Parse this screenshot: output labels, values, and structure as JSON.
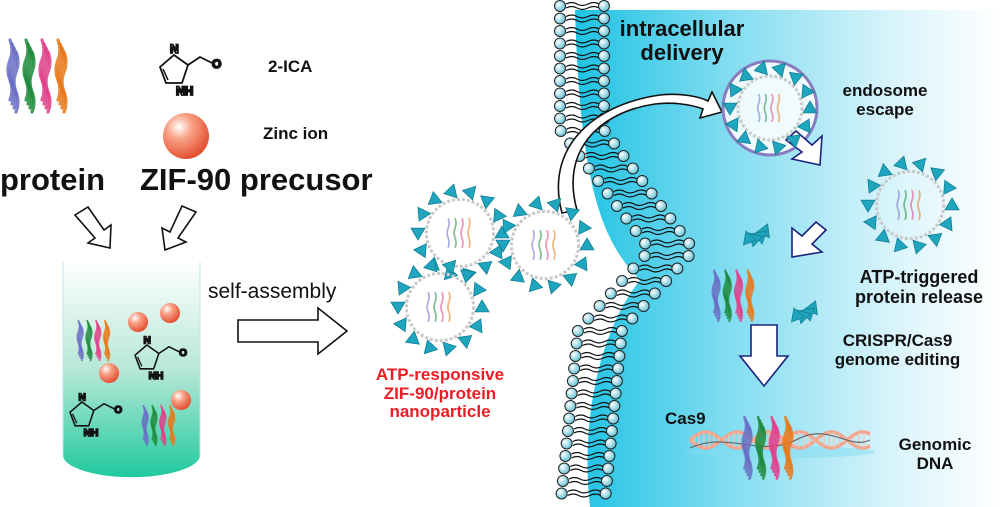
{
  "labels": {
    "protein": "protein",
    "ica": "2-ICA",
    "zinc": "Zinc ion",
    "precursor": "ZIF-90 precusor",
    "self_assembly": "self-assembly",
    "nanoparticle_line1": "ATP-responsive",
    "nanoparticle_line2": "ZIF-90/protein",
    "nanoparticle_line3": "nanoparticle",
    "delivery_line1": "intracellular",
    "delivery_line2": "delivery",
    "endosome_line1": "endosome",
    "endosome_line2": "escape",
    "release_line1": "ATP-triggered",
    "release_line2": "protein release",
    "crispr_line1": "CRISPR/Cas9",
    "crispr_line2": "genome editing",
    "cas9": "Cas9",
    "dna_line1": "Genomic",
    "dna_line2": "DNA",
    "ica_n": "N",
    "ica_nh": "NH",
    "ica_o": "O"
  },
  "colors": {
    "highlight_text": "#ee1c24",
    "cell_interior": "#29c6e6",
    "membrane_head": "#5fc4d8",
    "solution_top": "#ffffff",
    "solution_bottom": "#22c9a0",
    "zinc": "#f26b4a",
    "zif_tetrahedra": "#1fa6be",
    "process_arrow": "#1a237e",
    "endosome_ring": "#8a7cc0"
  }
}
